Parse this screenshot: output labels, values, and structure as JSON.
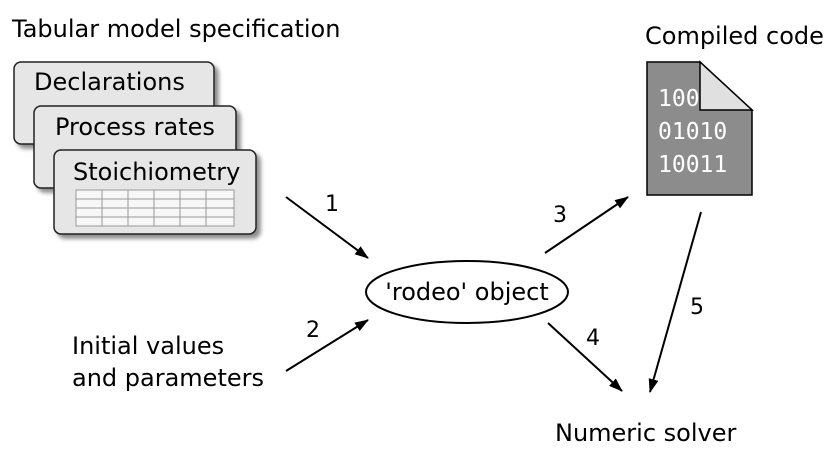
{
  "spec_title": "Tabular model specification",
  "cards": {
    "declarations": "Declarations",
    "process_rates": "Process rates",
    "stoichiometry": "Stoichiometry"
  },
  "compiled": {
    "title": "Compiled code",
    "bits": [
      "100",
      "01010",
      "10011"
    ]
  },
  "inputs": {
    "line1": "Initial values",
    "line2": "and parameters"
  },
  "rodeo": "'rodeo' object",
  "solver": "Numeric solver",
  "steps": [
    "1",
    "2",
    "3",
    "4",
    "5"
  ]
}
